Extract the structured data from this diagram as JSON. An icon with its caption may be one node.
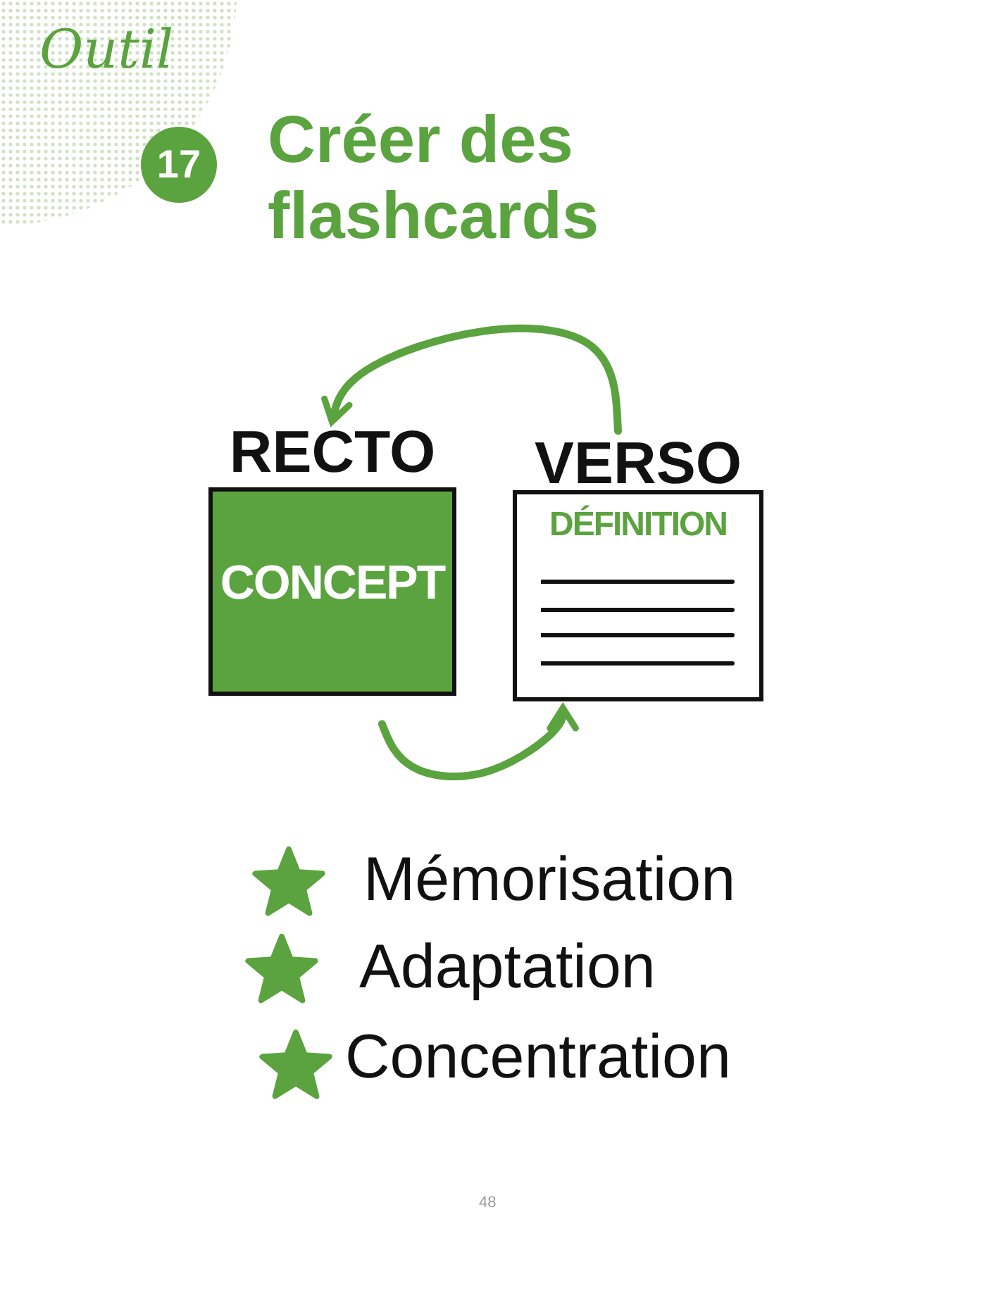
{
  "diagram": {
    "title": "Créer des flashcards",
    "nodes": [
      {
        "text": [
          "RECTO",
          "CONCEPT"
        ]
      },
      {
        "text": [
          "VERSO",
          "DÉFINITION"
        ]
      }
    ],
    "edges": [
      {
        "from": 1,
        "to": 0,
        "arrow": "to"
      },
      {
        "from": 0,
        "to": 1,
        "arrow": "to"
      }
    ],
    "labels": [
      "Outil",
      "17",
      "Mémorisation",
      "Adaptation",
      "Concentration",
      "48"
    ]
  }
}
